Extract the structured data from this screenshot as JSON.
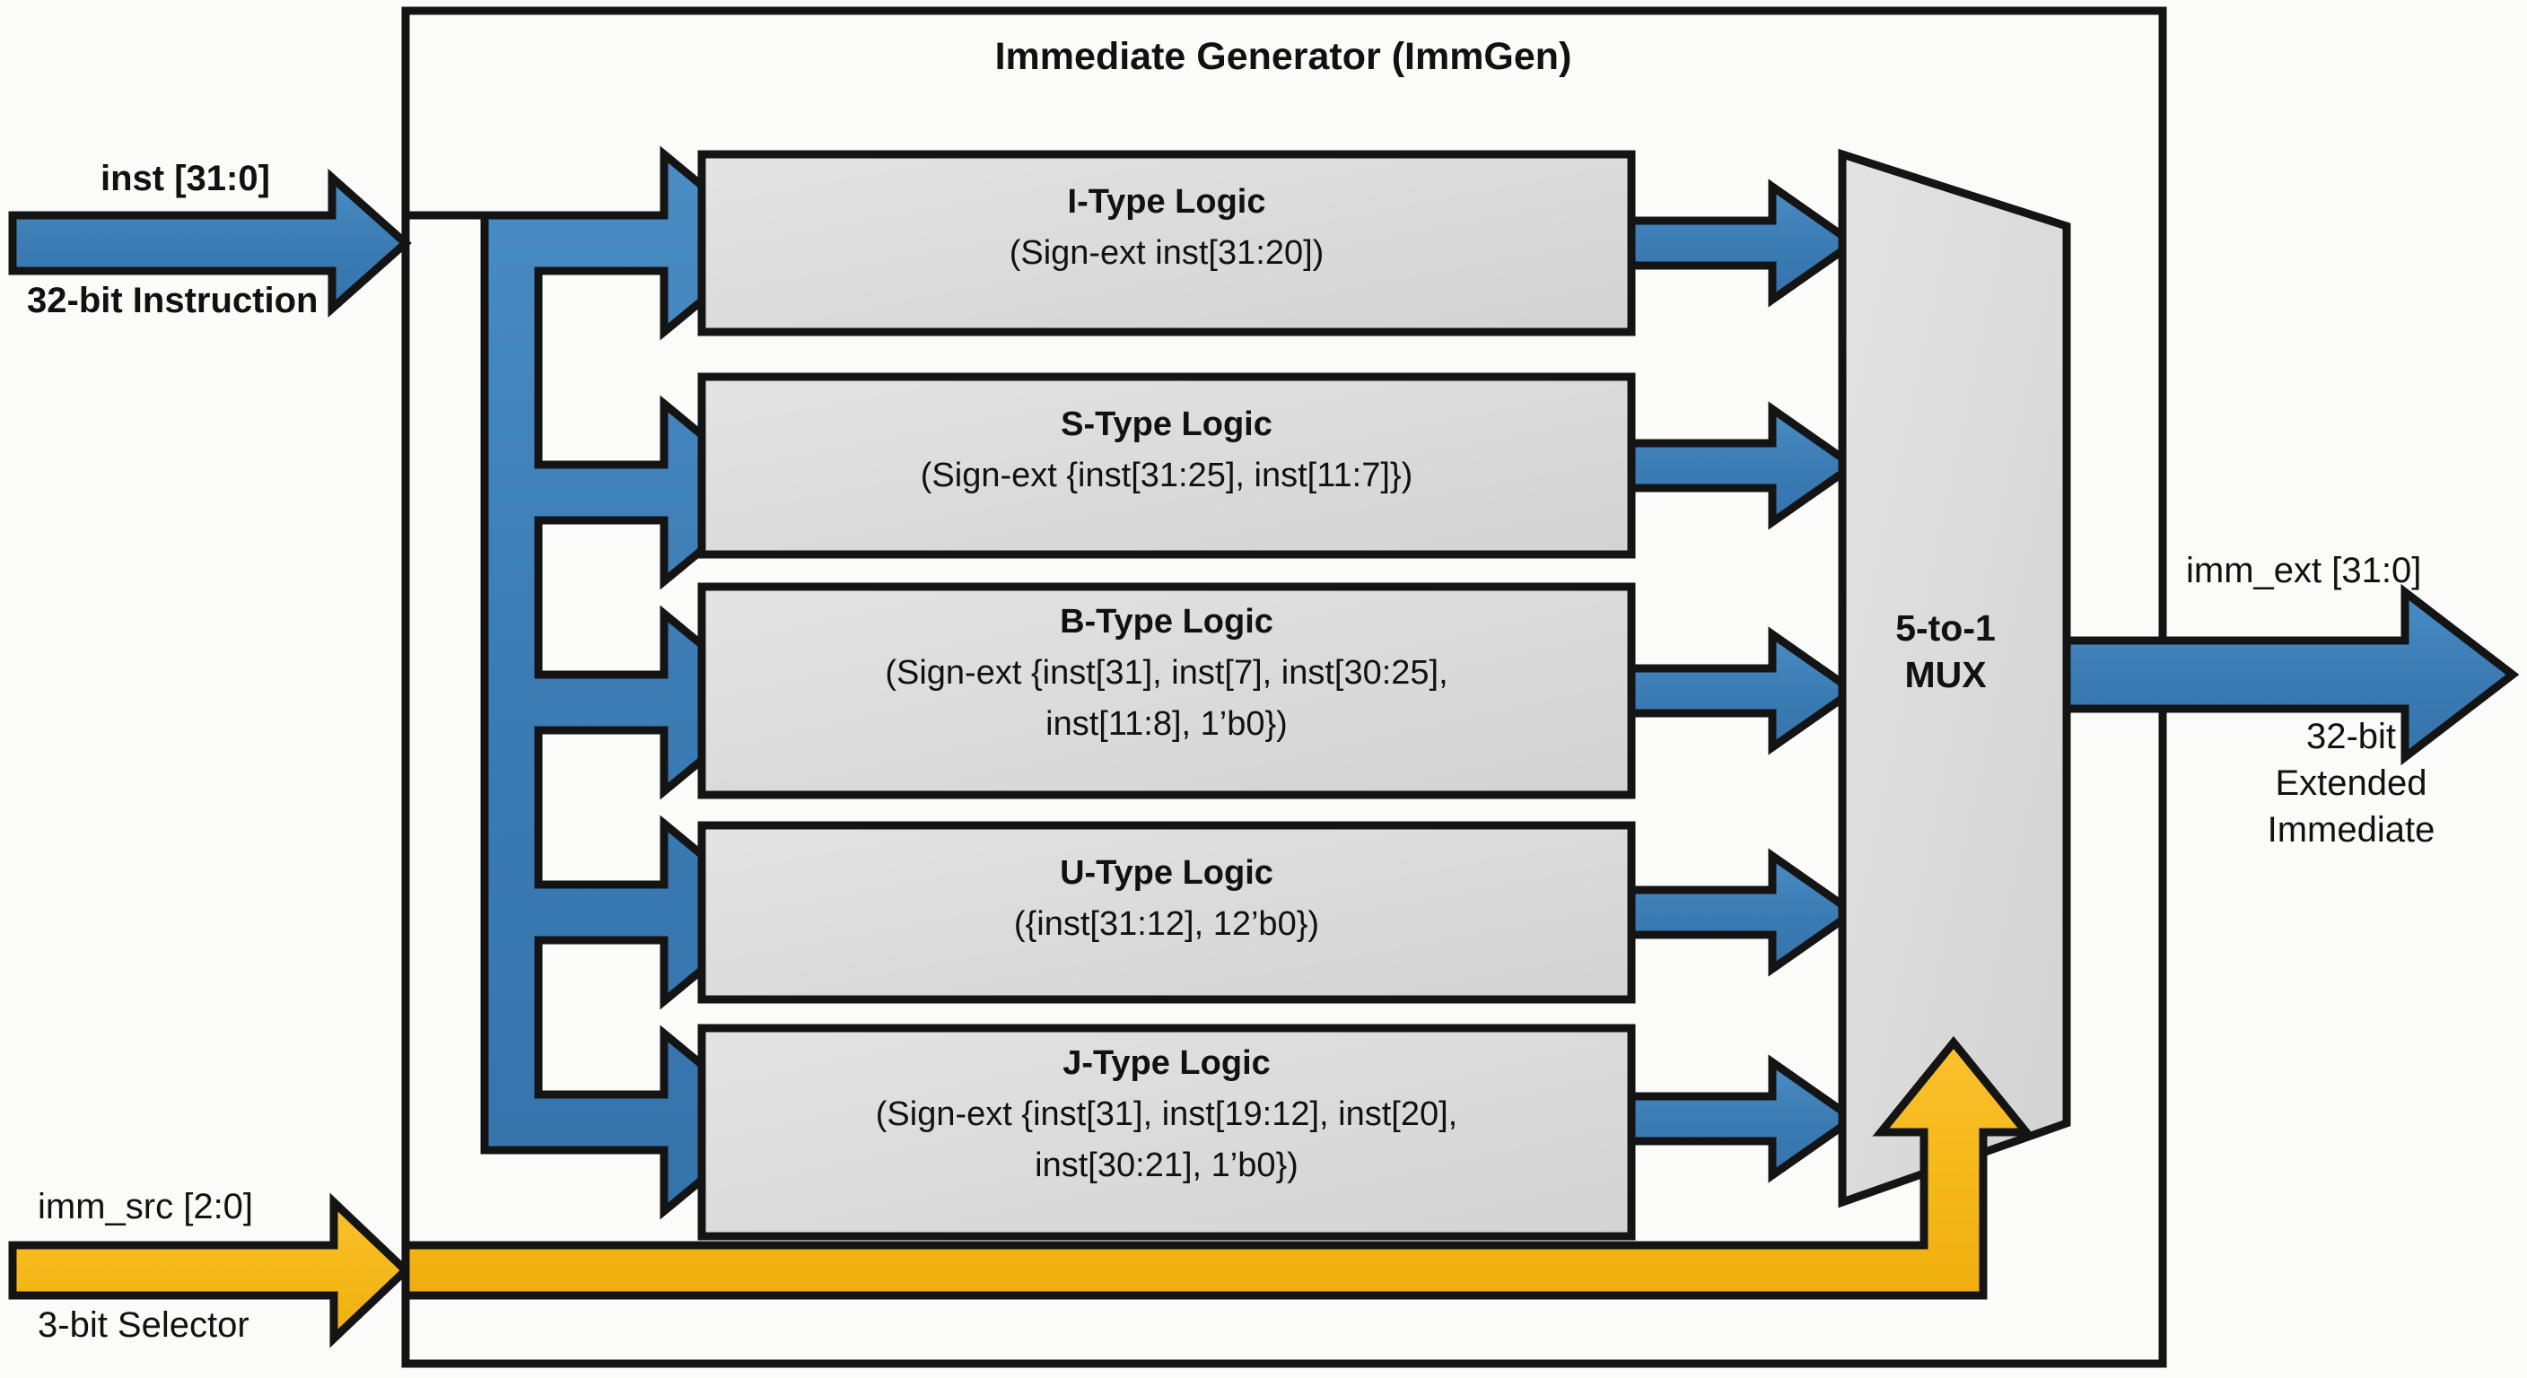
{
  "diagram": {
    "title": "Immediate Generator (ImmGen)",
    "type": "block-diagram",
    "colors": {
      "bus_blue": "#3b7cb5",
      "select_yellow": "#f5b91b",
      "block_fill": "#dcdcdc",
      "outline": "#141414",
      "background": "#fbfbf9"
    }
  },
  "inputs": {
    "instruction": {
      "signal": "inst [31:0]",
      "description": "32-bit Instruction",
      "icon": "right-arrow-icon",
      "color": "#3b7cb5"
    },
    "selector": {
      "signal": "imm_src [2:0]",
      "description": "3-bit Selector",
      "icon": "right-arrow-icon",
      "color": "#f5b91b"
    }
  },
  "logic_blocks": [
    {
      "name": "I-Type Logic",
      "expression": [
        "(Sign-ext inst[31:20])"
      ]
    },
    {
      "name": "S-Type Logic",
      "expression": [
        "(Sign-ext {inst[31:25], inst[11:7]})"
      ]
    },
    {
      "name": "B-Type Logic",
      "expression": [
        "(Sign-ext {inst[31], inst[7], inst[30:25],",
        "inst[11:8], 1’b0})"
      ]
    },
    {
      "name": "U-Type Logic",
      "expression": [
        "({inst[31:12], 12’b0})"
      ]
    },
    {
      "name": "J-Type Logic",
      "expression": [
        "(Sign-ext {inst[31], inst[19:12], inst[20],",
        "inst[30:21], 1’b0})"
      ]
    }
  ],
  "mux": {
    "line1": "5-to-1",
    "line2": "MUX",
    "shape": "trapezoid"
  },
  "output": {
    "signal": "imm_ext [31:0]",
    "description_lines": [
      "32-bit",
      "Extended",
      "Immediate"
    ],
    "icon": "right-arrow-icon",
    "color": "#3b7cb5"
  }
}
